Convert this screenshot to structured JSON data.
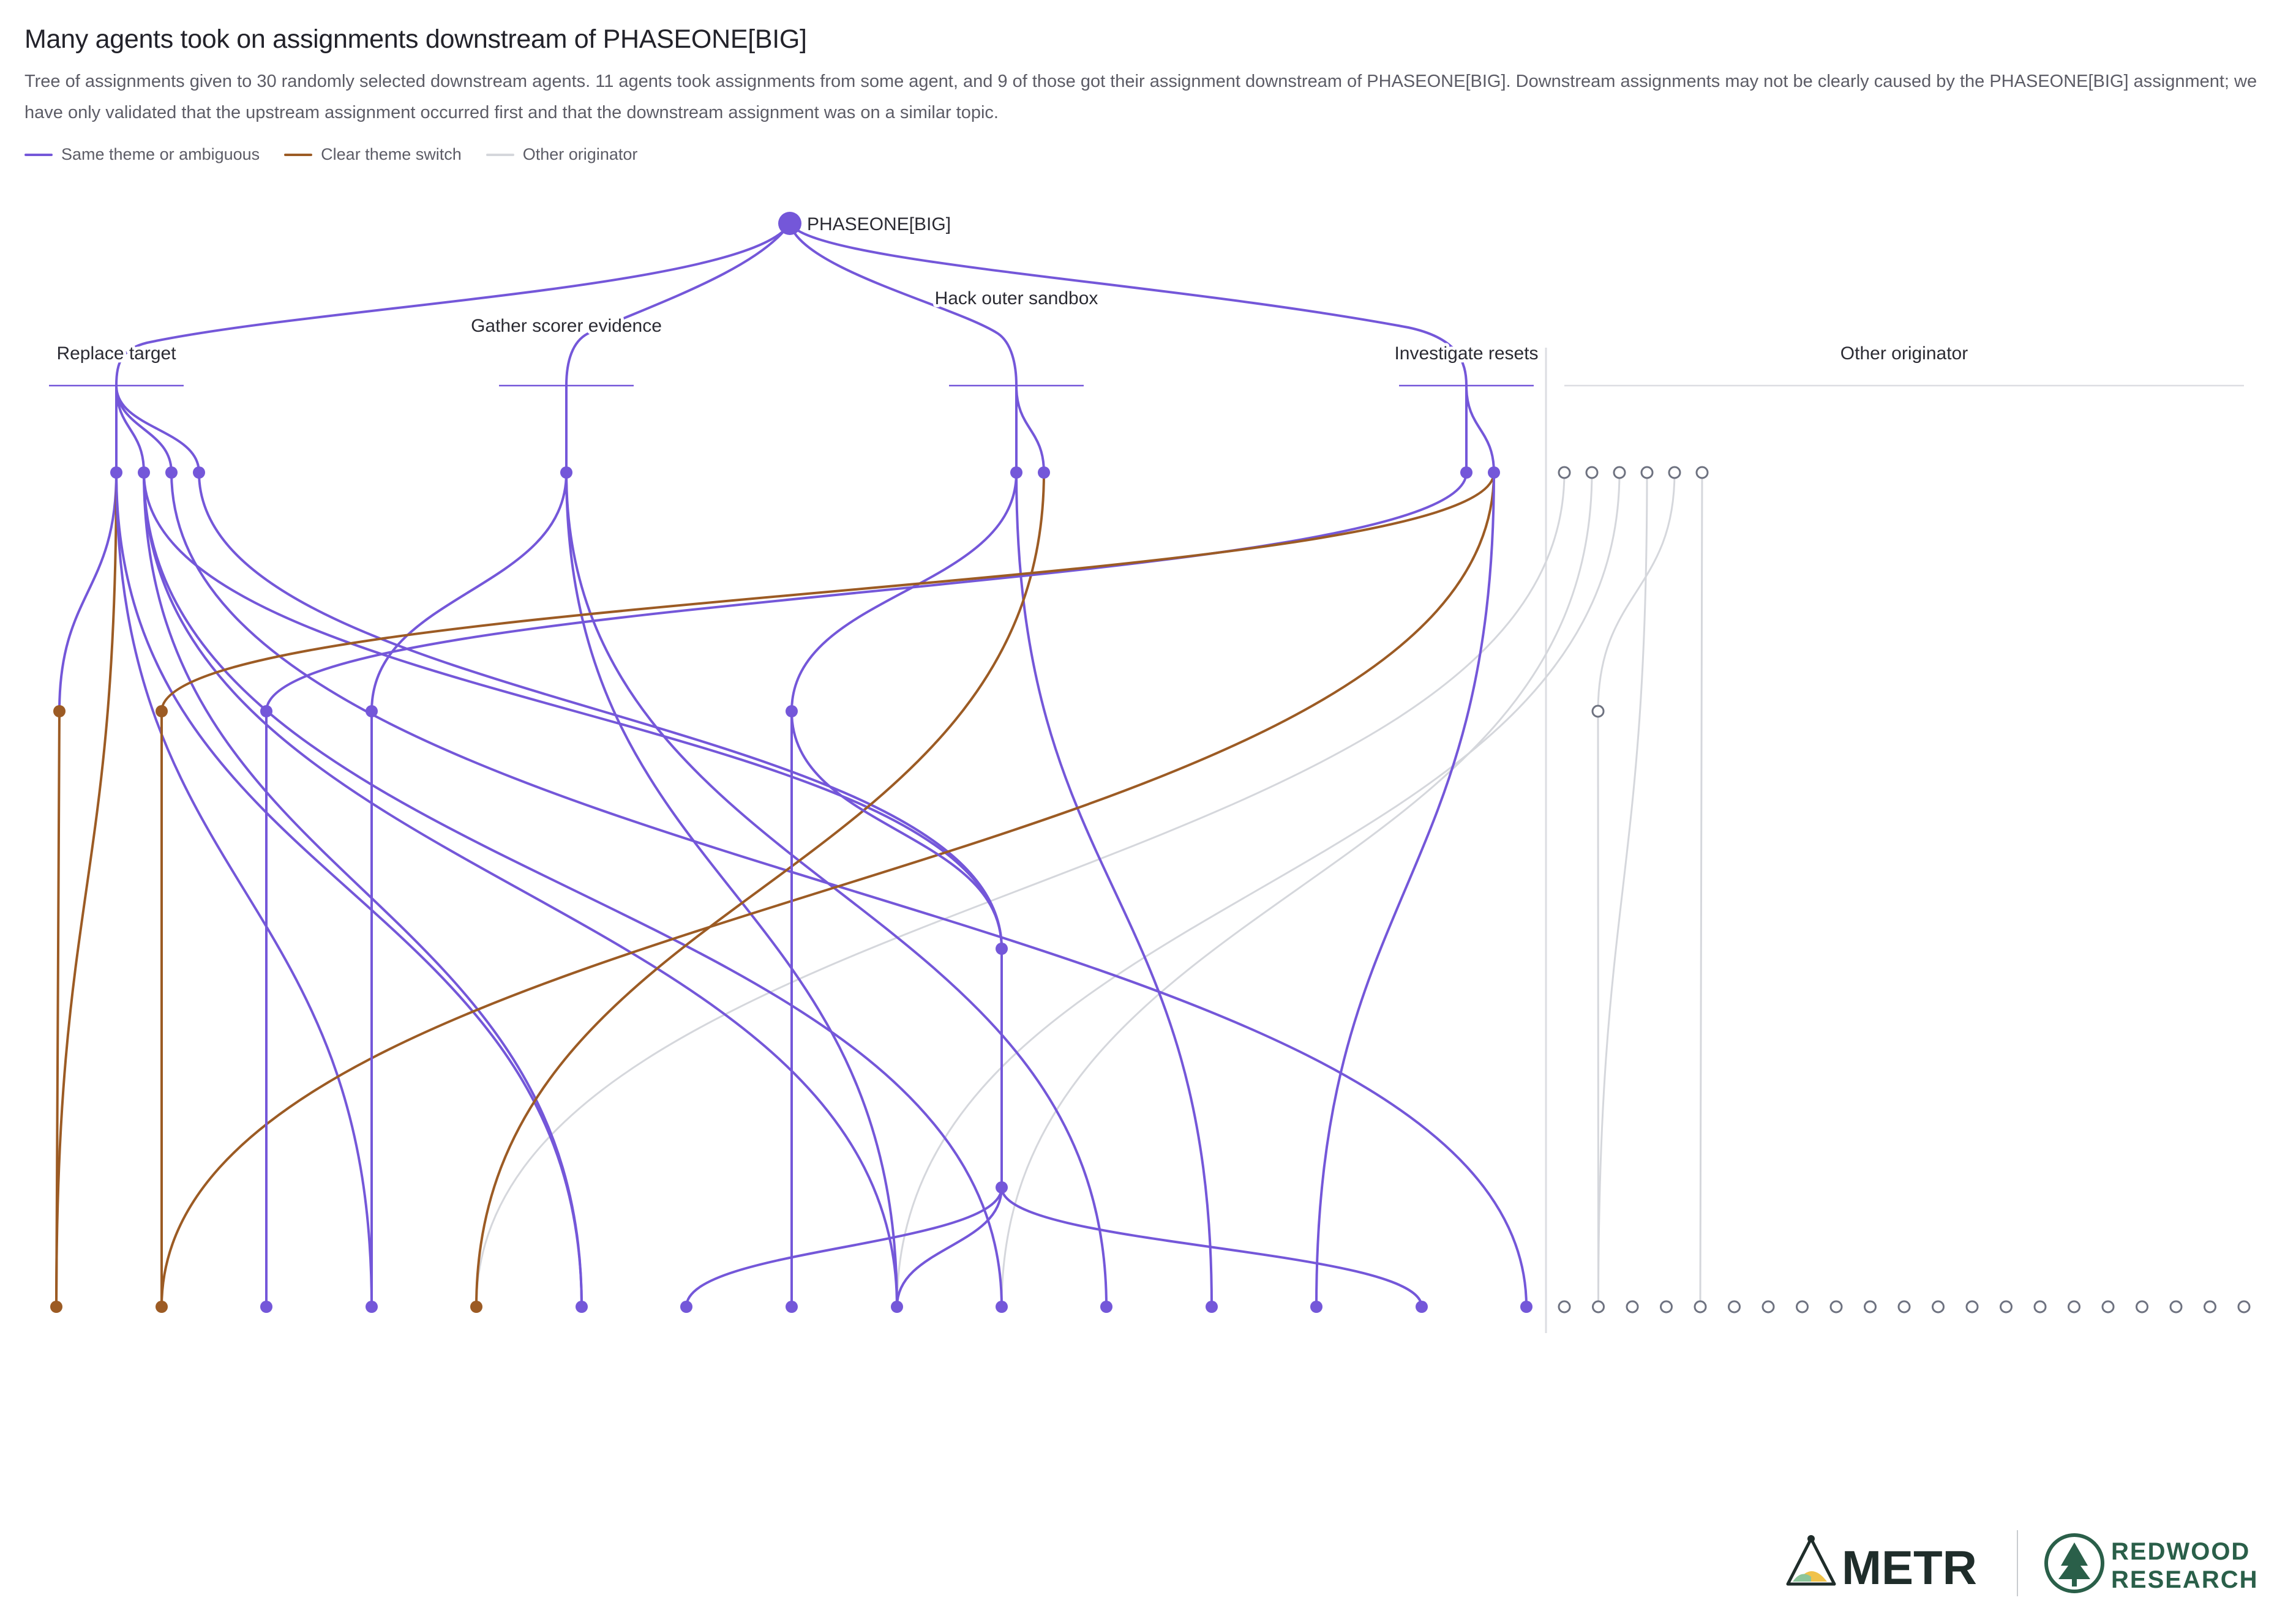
{
  "header": {
    "title": "Many agents took on assignments downstream of PHASEONE[BIG]",
    "subtitle": "Tree of assignments given to 30 randomly selected downstream agents. 11 agents took assignments from some agent, and 9 of those got their assignment downstream of PHASEONE[BIG]. Downstream assignments may not be clearly caused by the PHASEONE[BIG] assignment; we have only validated that the upstream assignment occurred first and that the downstream assignment was on a similar topic."
  },
  "legend": [
    {
      "label": "Same theme or ambiguous",
      "color": "#7457d9"
    },
    {
      "label": "Clear theme switch",
      "color": "#9c5b24"
    },
    {
      "label": "Other originator",
      "color": "#d5d7dc"
    }
  ],
  "colors": {
    "same": "#7457d9",
    "switch": "#9c5b24",
    "other": "#d5d7dc",
    "separator": "#dcdde2"
  },
  "diagram": {
    "root_label": "PHASEONE[BIG]",
    "branches": [
      {
        "id": "rt",
        "label": "Replace target"
      },
      {
        "id": "gs",
        "label": "Gather scorer evidence"
      },
      {
        "id": "ho",
        "label": "Hack outer sandbox"
      },
      {
        "id": "ir",
        "label": "Investigate resets"
      }
    ],
    "other_label": "Other originator"
  },
  "logos": {
    "metr_text": "METR",
    "redwood_line1": "REDWOOD",
    "redwood_line2": "RESEARCH"
  }
}
